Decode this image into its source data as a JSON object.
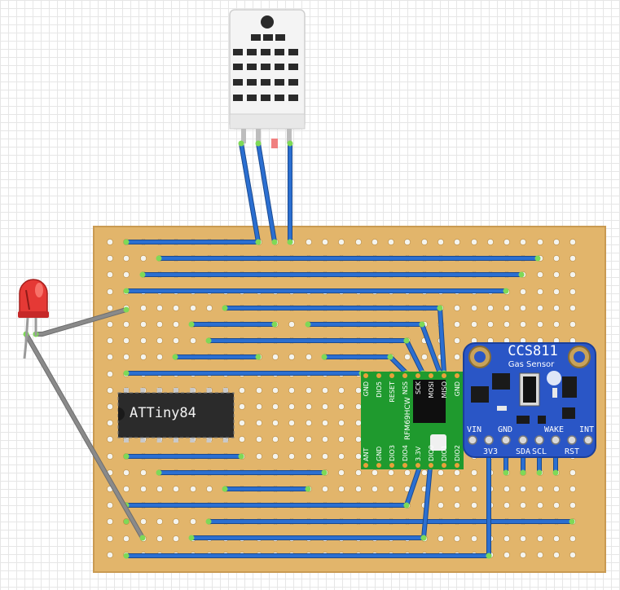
{
  "colors": {
    "board": "#e2b56b",
    "board_edge": "#c99a52",
    "pad": "#f4f4ee",
    "pad_active": "#7ed957",
    "wire": "#2b6fd1",
    "wire_outline": "#1b4a8f",
    "gray_wire": "#8a8a8a",
    "ic_body": "#2b2b2b",
    "rfm_board": "#1f9a2e",
    "ccs_board": "#2a56c6",
    "led": "#e53935"
  },
  "components": {
    "mcu": {
      "label": "ATTiny84"
    },
    "radio": {
      "model": "RFM69HCW",
      "top_pins": [
        "GND",
        "DIO5",
        "RESET",
        "NSS",
        "SCK",
        "MOSI",
        "MISO",
        "GND"
      ],
      "bottom_pins": [
        "ANT",
        "GND",
        "DIO3",
        "DIO4",
        "3.3V",
        "DIO0",
        "DIO1",
        "DIO2"
      ]
    },
    "gas_sensor": {
      "title": "CCS811",
      "subtitle": "Gas Sensor",
      "top_pins": [
        "VIN",
        "GND",
        "WAKE",
        "INT"
      ],
      "bottom_pins": [
        "3V3",
        "SDA",
        "SCL",
        "RST"
      ]
    },
    "temp_sensor": {
      "icon": "dht22-sensor-icon"
    },
    "led": {
      "icon": "red-led-icon"
    }
  }
}
